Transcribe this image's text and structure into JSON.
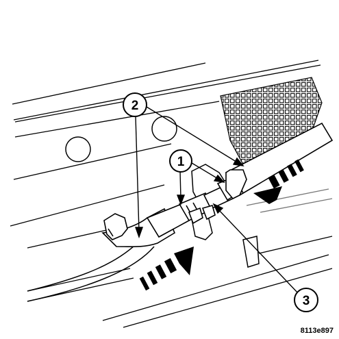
{
  "diagram": {
    "colors": {
      "ink": "#000000",
      "paper": "#ffffff",
      "light_line": "#777777"
    },
    "callouts": [
      {
        "id": "c1",
        "label": "1"
      },
      {
        "id": "c2",
        "label": "2"
      },
      {
        "id": "c3",
        "label": "3"
      }
    ],
    "reference_code": "8113e897"
  }
}
